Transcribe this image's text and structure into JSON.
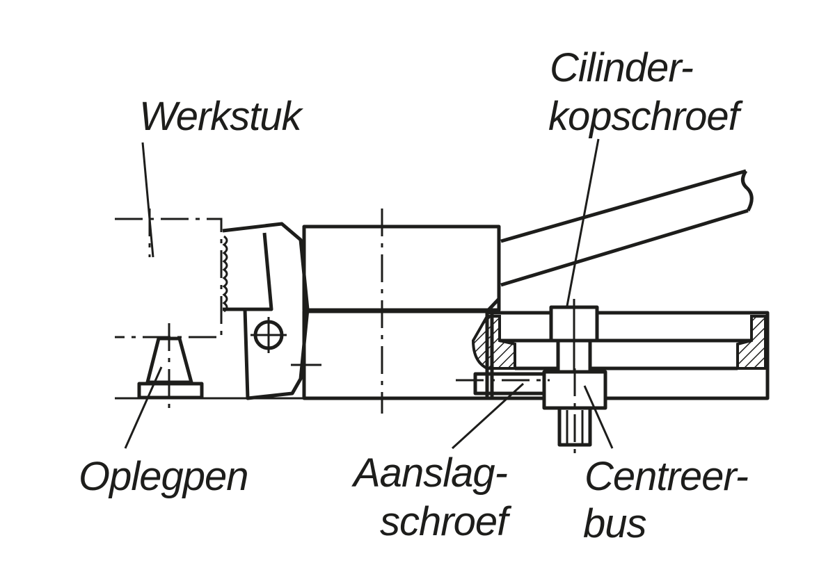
{
  "labels": {
    "workpiece": "Werkstuk",
    "socket_screw_line1": "Cilinder-",
    "socket_screw_line2": "kopschroef",
    "support_pin": "Oplegpen",
    "stop_screw_line1": "Aanslag-",
    "stop_screw_line2": "schroef",
    "centering_bush_line1": "Centreer-",
    "centering_bush_line2": "bus"
  },
  "colors": {
    "ink": "#1d1d1b",
    "background": "#ffffff"
  }
}
